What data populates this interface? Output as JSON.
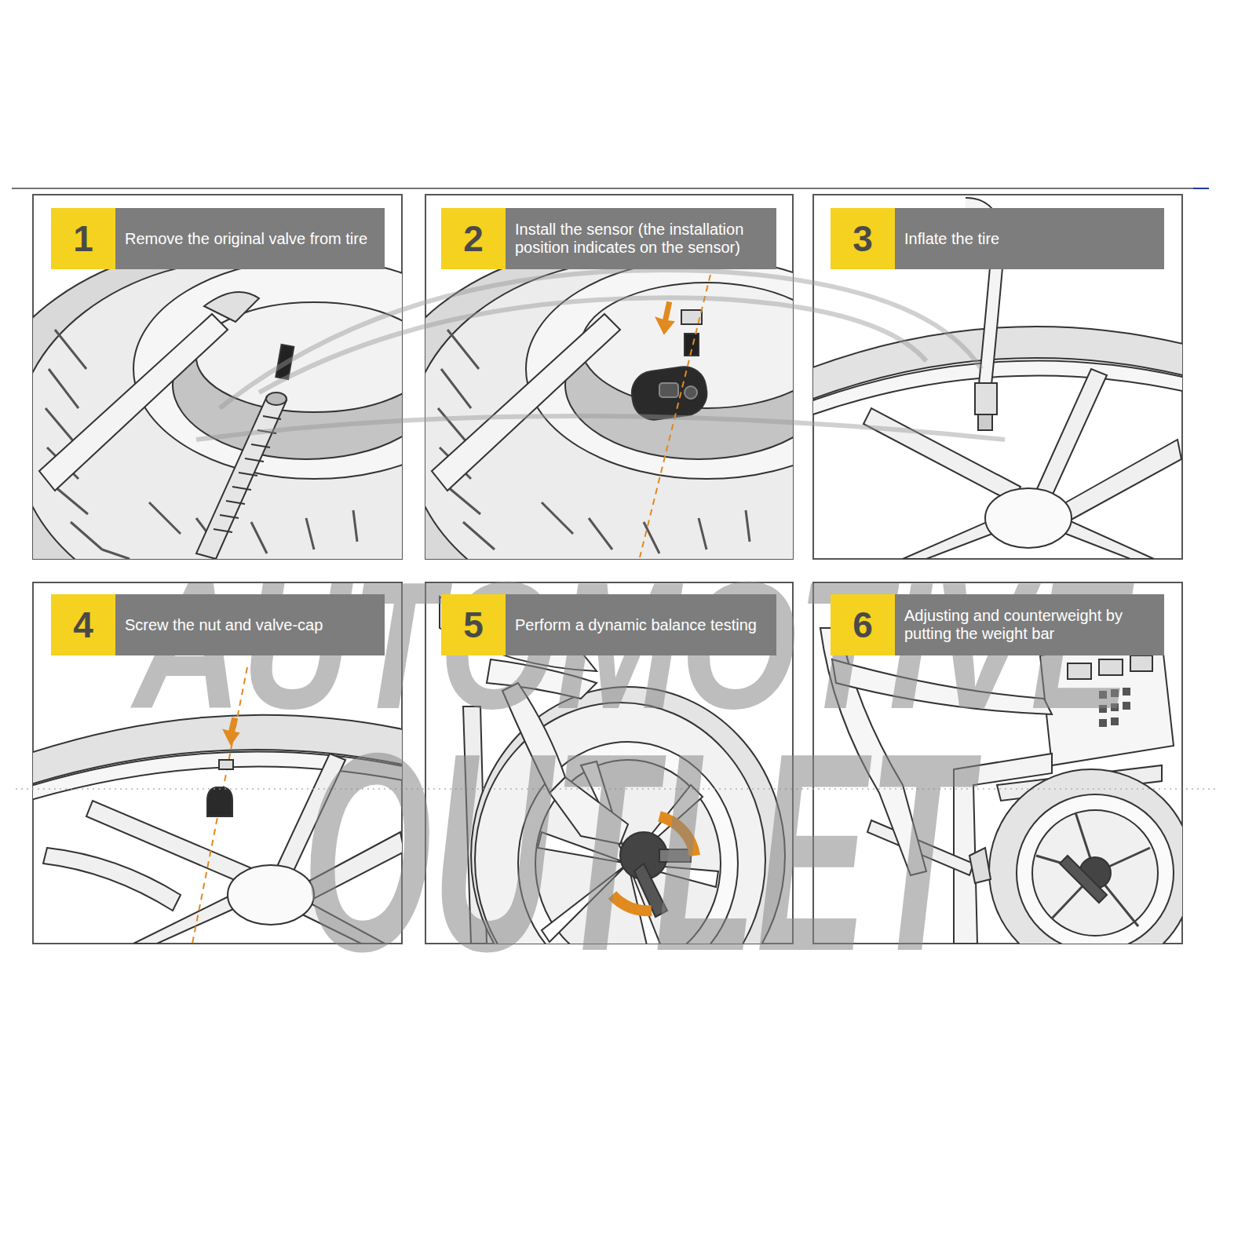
{
  "diagram": {
    "nodes": [
      {
        "text": [
          "1"
        ]
      },
      {
        "text": [
          "Remove the original valve from tire"
        ]
      },
      {
        "text": [
          "2"
        ]
      },
      {
        "text": [
          "Install the sensor (the installation position indicates on the sensor)"
        ]
      },
      {
        "text": [
          "3"
        ]
      },
      {
        "text": [
          "Inflate the tire"
        ]
      },
      {
        "text": [
          "4"
        ]
      },
      {
        "text": [
          "Screw the nut and valve-cap"
        ]
      },
      {
        "text": [
          "5"
        ]
      },
      {
        "text": [
          "Perform a dynamic balance testing"
        ]
      },
      {
        "text": [
          "6"
        ]
      },
      {
        "text": [
          "Adjusting and counterweight by putting the weight bar"
        ]
      }
    ],
    "labels": [
      "AUTOMOTIVE",
      "OUTLET"
    ]
  }
}
